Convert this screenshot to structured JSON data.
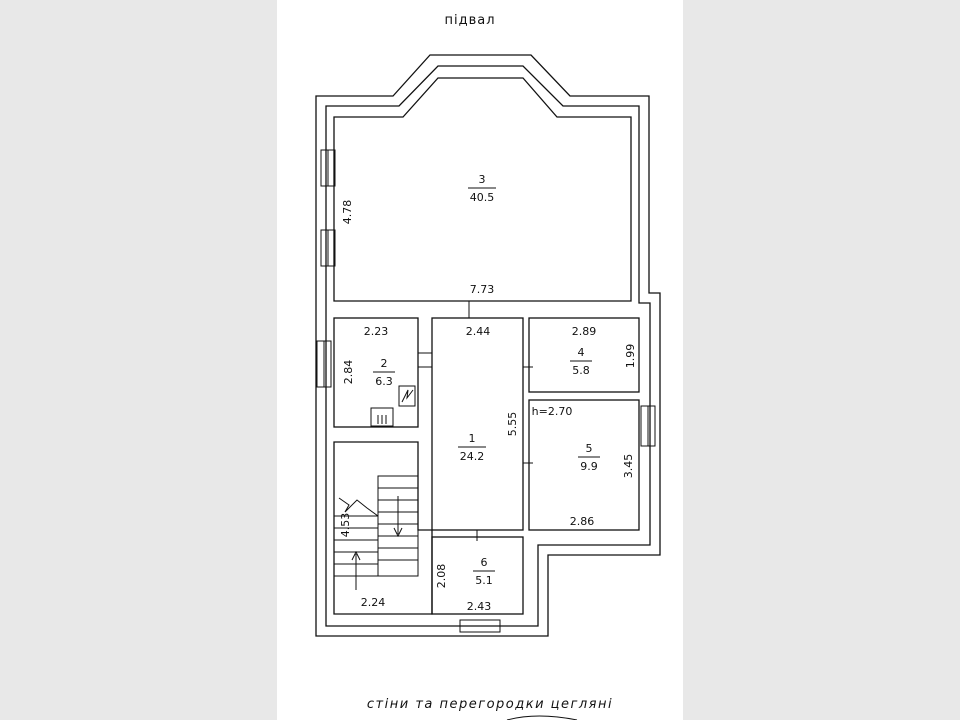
{
  "plan": {
    "title": "підвал",
    "footer_note": "стіни та перегородки цегляні",
    "height_note": "h=2.70"
  },
  "rooms": [
    {
      "number": "3",
      "area": "40.5"
    },
    {
      "number": "2",
      "area": "6.3"
    },
    {
      "number": "4",
      "area": "5.8"
    },
    {
      "number": "1",
      "area": "24.2"
    },
    {
      "number": "5",
      "area": "9.9"
    },
    {
      "number": "6",
      "area": "5.1"
    }
  ],
  "dimensions": {
    "room3_height": "4.78",
    "room3_width": "7.73",
    "room2_width": "2.23",
    "room2_height": "2.84",
    "room1_width": "2.44",
    "room1_height": "5.55",
    "room4_width": "2.89",
    "room4_height": "1.99",
    "room5_height": "3.45",
    "room5_width": "2.86",
    "stair_height": "4.53",
    "stair_width": "2.24",
    "room6_height": "2.08",
    "room6_width": "2.43"
  }
}
